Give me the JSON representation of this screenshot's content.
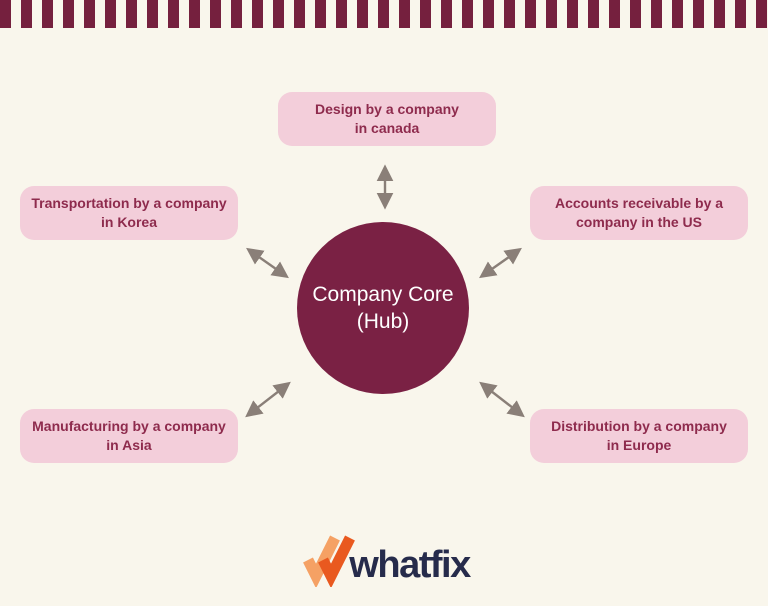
{
  "page": {
    "background_color": "#F9F6EC"
  },
  "header": {
    "stripe_color": "#75203E"
  },
  "hub": {
    "line1": "Company Core",
    "line2": "(Hub)",
    "fill_color": "#7A2144",
    "text_color": "#FFFFFF"
  },
  "nodes": [
    {
      "id": "design",
      "line1": "Design by a company",
      "line2": "in canada"
    },
    {
      "id": "transportation",
      "line1": "Transportation by a company",
      "line2": "in Korea"
    },
    {
      "id": "accounts",
      "line1": "Accounts receivable by a",
      "line2": "company in the US"
    },
    {
      "id": "manufacturing",
      "line1": "Manufacturing by a company",
      "line2": "in Asia"
    },
    {
      "id": "distribution",
      "line1": "Distribution by a company",
      "line2": "in Europe"
    }
  ],
  "node_style": {
    "background": "#F3CEDA",
    "text_color": "#8E2B4D"
  },
  "arrows": {
    "color": "#8A7F78",
    "style": "double-headed"
  },
  "logo": {
    "text": "whatfix",
    "text_color": "#262B4B",
    "mark_orange_light": "#F5A164",
    "mark_orange_dark": "#E9591F"
  }
}
